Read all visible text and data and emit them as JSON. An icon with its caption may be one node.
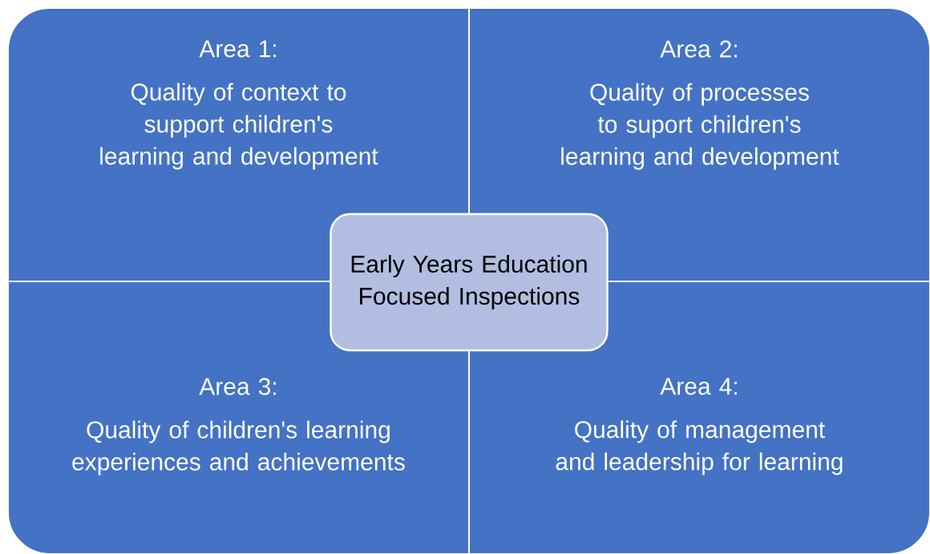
{
  "diagram": {
    "nodes": [
      {
        "text": [
          "Area 1:",
          "Quality of context to support children's learning and development"
        ]
      },
      {
        "text": [
          "Area 2:",
          "Quality of processes to suport children's learning and development"
        ]
      },
      {
        "text": [
          "Area 3:",
          "Quality of children's learning experiences and achievements"
        ]
      },
      {
        "text": [
          "Area 4:",
          "Quality of management and leadership for learning"
        ]
      },
      {
        "text": [
          "Early Years Education Focused Inspections"
        ]
      }
    ]
  }
}
